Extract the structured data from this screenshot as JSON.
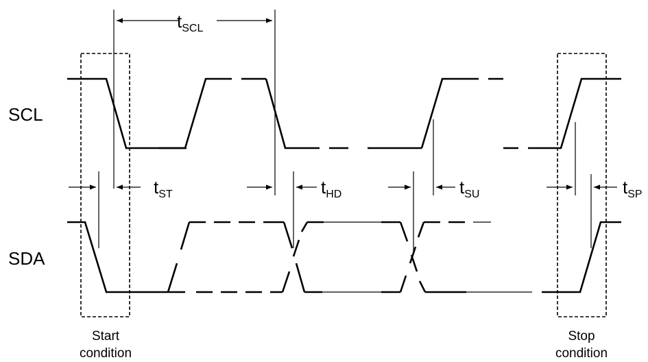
{
  "signals": {
    "scl": "SCL",
    "sda": "SDA"
  },
  "timings": {
    "t": "t",
    "scl_sub": "SCL",
    "st_sub": "ST",
    "hd_sub": "HD",
    "su_sub": "SU",
    "sp_sub": "SP"
  },
  "conditions": {
    "start_line1": "Start",
    "start_line2": "condition",
    "stop_line1": "Stop",
    "stop_line2": "condition"
  }
}
